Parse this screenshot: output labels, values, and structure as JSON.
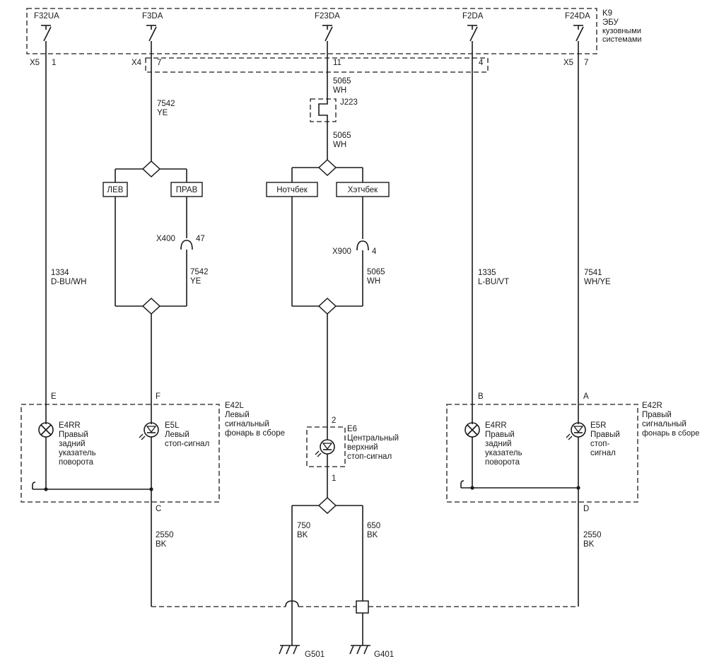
{
  "ecu": {
    "ref": "K9",
    "name_lines": [
      "ЭБУ",
      "кузовными",
      "системами"
    ],
    "fuse_labels": [
      "F32UA",
      "F3DA",
      "F23DA",
      "F2DA",
      "F24DA"
    ],
    "connectors": {
      "x5_left": "X5",
      "x4": "X4",
      "x5_right": "X5"
    },
    "pins": {
      "f32ua": "1",
      "f3da": "7",
      "f23da": "11",
      "f2da": "4",
      "f24da": "7"
    }
  },
  "wires": {
    "w7542_top": {
      "num": "7542",
      "color": "YE"
    },
    "w7542_bottom": {
      "num": "7542",
      "color": "YE"
    },
    "w5065_a": {
      "num": "5065",
      "color": "WH"
    },
    "w5065_b": {
      "num": "5065",
      "color": "WH"
    },
    "w5065_c": {
      "num": "5065",
      "color": "WH"
    },
    "w1334": {
      "num": "1334",
      "color": "D-BU/WH"
    },
    "w1335": {
      "num": "1335",
      "color": "L-BU/VT"
    },
    "w7541": {
      "num": "7541",
      "color": "WH/YE"
    },
    "w2550_left": {
      "num": "2550",
      "color": "BK"
    },
    "w2550_right": {
      "num": "2550",
      "color": "BK"
    },
    "w750": {
      "num": "750",
      "color": "BK"
    },
    "w650": {
      "num": "650",
      "color": "BK"
    }
  },
  "jumper": {
    "name": "J223"
  },
  "options": {
    "left": "ЛЕВ",
    "right": "ПРАВ",
    "notchback": "Нотчбек",
    "hatchback": "Хэтчбек"
  },
  "inline_connectors": {
    "x400": {
      "name": "X400",
      "pin": "47"
    },
    "x900": {
      "name": "X900",
      "pin": "4"
    }
  },
  "left_lamp": {
    "ref": "E42L",
    "name_lines": [
      "Левый",
      "сигнальный",
      "фонарь в сборе"
    ],
    "pin_e": "E",
    "pin_f": "F",
    "pin_c": "C",
    "bulb_turn": {
      "ref": "E4RR",
      "lines": [
        "Правый",
        "задний",
        "указатель",
        "поворота"
      ]
    },
    "bulb_stop": {
      "ref": "E5L",
      "lines": [
        "Левый",
        "стоп-сигнал"
      ]
    }
  },
  "center_lamp": {
    "ref": "E6",
    "pin_top": "2",
    "pin_bottom": "1",
    "lines": [
      "Центральный",
      "верхний",
      "стоп-сигнал"
    ]
  },
  "right_lamp": {
    "ref": "E42R",
    "name_lines": [
      "Правый",
      "сигнальный",
      "фонарь в сборе"
    ],
    "pin_b": "B",
    "pin_a": "A",
    "pin_d": "D",
    "bulb_turn": {
      "ref": "E4RR",
      "lines": [
        "Правый",
        "задний",
        "указатель",
        "поворота"
      ]
    },
    "bulb_stop": {
      "ref": "E5R",
      "lines": [
        "Правый",
        "стоп-",
        "сигнал"
      ]
    }
  },
  "grounds": {
    "g501": "G501",
    "g401": "G401"
  }
}
